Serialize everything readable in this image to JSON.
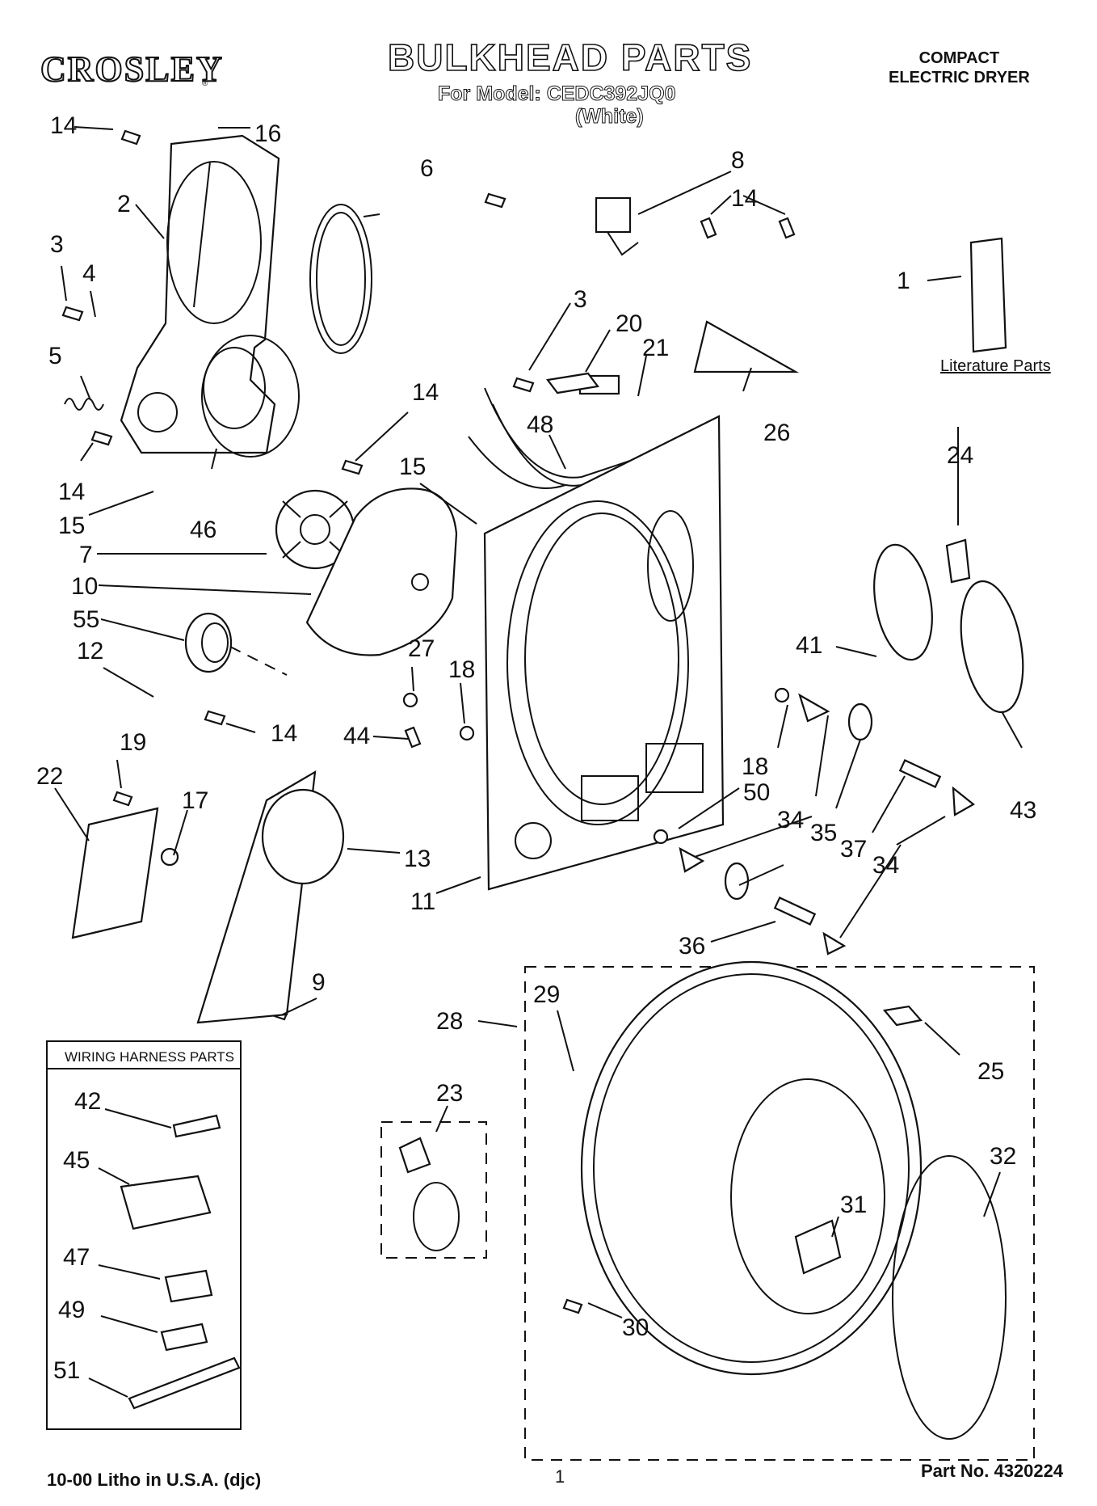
{
  "header": {
    "brand": "CROSLEY",
    "brand_mark": "®",
    "title": "BULKHEAD PARTS",
    "model_line": "For Model: CEDC392JQ0",
    "color_note": "(White)",
    "product_type_line1": "COMPACT",
    "product_type_line2": "ELECTRIC DRYER"
  },
  "literature_label": "Literature Parts",
  "wiring_box_title": "WIRING HARNESS PARTS",
  "footer": {
    "left": "10-00 Litho in U.S.A. (djc)",
    "page": "1",
    "part_no": "Part No. 4320224"
  },
  "callouts": [
    "14",
    "16",
    "2",
    "6",
    "3",
    "4",
    "5",
    "14",
    "15",
    "46",
    "7",
    "10",
    "55",
    "12",
    "14",
    "8",
    "14",
    "1",
    "3",
    "20",
    "21",
    "48",
    "14",
    "15",
    "26",
    "24",
    "27",
    "18",
    "44",
    "41",
    "43",
    "18",
    "50",
    "34",
    "35",
    "37",
    "34",
    "36",
    "11",
    "19",
    "22",
    "17",
    "13",
    "9",
    "28",
    "29",
    "23",
    "25",
    "32",
    "31",
    "30",
    "42",
    "45",
    "47",
    "49",
    "51"
  ]
}
